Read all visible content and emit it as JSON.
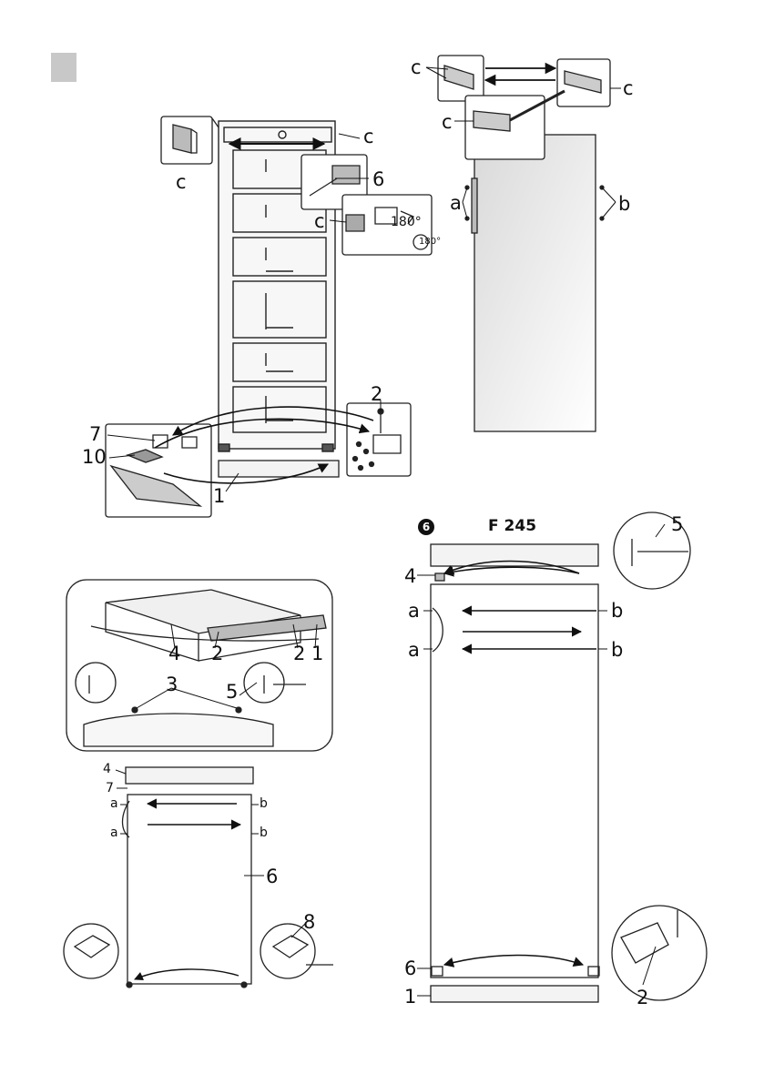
{
  "labels": {
    "c": "c",
    "a": "a",
    "b": "b",
    "n1": "1",
    "n2": "2",
    "n3": "3",
    "n4": "4",
    "n5": "5",
    "n6": "6",
    "n7": "7",
    "n8": "8",
    "n10": "10",
    "deg180": "180°"
  },
  "step_badge": "6",
  "model": "F 245"
}
